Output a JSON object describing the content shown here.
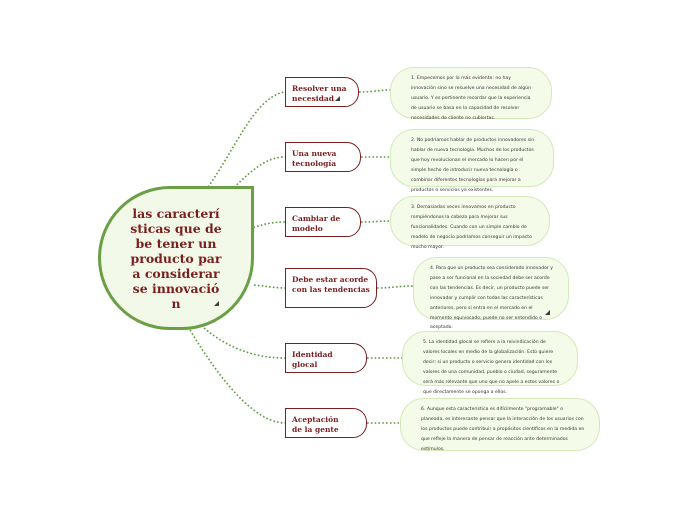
{
  "central": {
    "text": "las características que debe tener un producto para considerarse innovación"
  },
  "topics": [
    {
      "label": "Resolver una necesidad"
    },
    {
      "label": "Una nueva tecnología"
    },
    {
      "label": "Cambiar de modelo"
    },
    {
      "label": "Debe estar acorde con las tendencias"
    },
    {
      "label": "Identidad glocal"
    },
    {
      "label": "Aceptación de la gente"
    }
  ],
  "notes": [
    {
      "text": "1.      Empecemos por lo más evidente: no hay innovación sino se resuelve una necesidad de algún usuario. Y es pertinente recordar que la experiencia de usuario se basa en la capacidad de resolver necesidades de cliente no cubiertas."
    },
    {
      "text": "2.      No podríamos hablar de productos innovadores sin hablar de nueva tecnología. Muchos de los productos que hoy revolucionan el mercado lo hacen por el simple hecho de introducir nueva tecnología o combinar diferentes tecnologías para mejorar a productos o servicios ya existentes."
    },
    {
      "text": "3.      Demasiadas veces innovamos en producto rompiéndonos la cabeza para mejorar sus funcionalidades. Cuando con un simple cambio de modelo de negocio podríamos conseguir un impacto mucho mayor."
    },
    {
      "text": "4.      Para que un producto sea considerado innovador y pase a ser funcional en la sociedad debe ser acorde con las tendencias. Es decir, un producto puede ser innovador y cumplir con todas las características anteriores, pero si entra en el mercado en el momento equivocado, puede no ser entendido o aceptado."
    },
    {
      "text": "5.      La identidad glocal se refiere a la reivindicación de valores locales en medio de la globalización. Esto quiere decir: si un producto o servicio genera identidad con los valores de una comunidad, pueblo o ciudad, seguramente será más relevante que uno que no apele a estos valores o que directamente se oponga a ellos."
    },
    {
      "text": "6.      Aunque esta característica es difícilmente \"programable\" o planeada, es interesante pensar que la interacción de los usuarios con los productos puede contribuir a propósitos científicos en la medida en que refleje la manera de pensar de reacción ante determinados estímulos."
    }
  ],
  "colors": {
    "branch": "#6a9f45",
    "text": "#7a1e1e",
    "note_bg": "#f5fbe9",
    "central_bg": "#f2f9e8"
  }
}
